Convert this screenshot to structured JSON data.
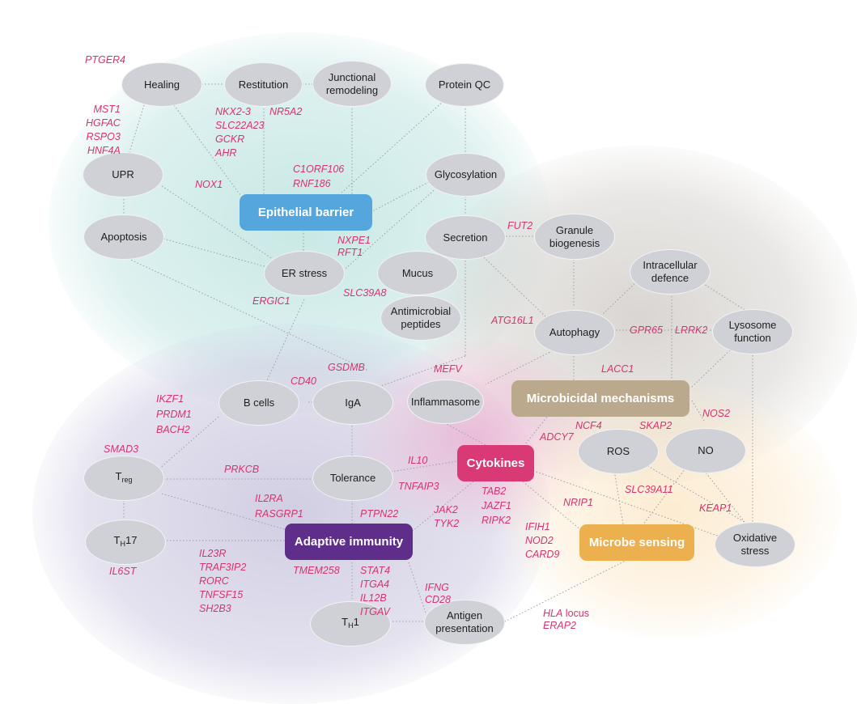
{
  "colors": {
    "node_fill": "#cfd1d6",
    "gene_text": "#d7336f",
    "epithelial_barrier": "#55a6dc",
    "microbicidal_mechanisms": "#bba98e",
    "cytokines": "#d93a75",
    "adaptive_immunity": "#5e2e8a",
    "microbe_sensing": "#ecb04f"
  },
  "hubs": {
    "epithelial_barrier": "Epithelial barrier",
    "microbicidal_mechanisms": "Microbicidal mechanisms",
    "cytokines": "Cytokines",
    "adaptive_immunity": "Adaptive immunity",
    "microbe_sensing": "Microbe sensing"
  },
  "nodes": {
    "healing": "Healing",
    "restitution": "Restitution",
    "junctional_1": "Junctional",
    "junctional_2": "remodeling",
    "protein_qc": "Protein QC",
    "upr": "UPR",
    "glycosylation": "Glycosylation",
    "apoptosis": "Apoptosis",
    "secretion": "Secretion",
    "granule_1": "Granule",
    "granule_2": "biogenesis",
    "er_stress": "ER stress",
    "mucus": "Mucus",
    "intracellular_1": "Intracellular",
    "intracellular_2": "defence",
    "amp_1": "Antimicrobial",
    "amp_2": "peptides",
    "autophagy": "Autophagy",
    "lysosome_1": "Lysosome",
    "lysosome_2": "function",
    "b_cells": "B cells",
    "iga": "IgA",
    "inflammasome": "Inflammasome",
    "ros": "ROS",
    "no": "NO",
    "treg_main": "T",
    "treg_sub": "reg",
    "tolerance": "Tolerance",
    "th17_main": "T",
    "th17_sub": "H",
    "th17_suffix": "17",
    "oxidative_1": "Oxidative",
    "oxidative_2": "stress",
    "th1_main": "T",
    "th1_sub": "H",
    "th1_suffix": "1",
    "antigen_1": "Antigen",
    "antigen_2": "presentation"
  },
  "genes": {
    "ptger4": [
      "PTGER4"
    ],
    "healing_upr": [
      "MST1",
      "HGFAC",
      "RSPO3",
      "HNF4A"
    ],
    "restitution": [
      "NKX2-3",
      "SLC22A23",
      "GCKR",
      "AHR"
    ],
    "nr5a2": [
      "NR5A2"
    ],
    "nox1": [
      "NOX1"
    ],
    "c1orf": [
      "C1ORF106",
      "RNF186"
    ],
    "nxpe1": [
      "NXPE1",
      "RFT1"
    ],
    "slc39a8": [
      "SLC39A8"
    ],
    "ergic1": [
      "ERGIC1"
    ],
    "fut2": [
      "FUT2"
    ],
    "atg16l1": [
      "ATG16L1"
    ],
    "gpr65": [
      "GPR65"
    ],
    "lrrk2": [
      "LRRK2"
    ],
    "lacc1": [
      "LACC1"
    ],
    "gsdmb": [
      "GSDMB"
    ],
    "cd40": [
      "CD40"
    ],
    "mefv": [
      "MEFV"
    ],
    "ikzf1": [
      "IKZF1",
      "PRDM1",
      "BACH2"
    ],
    "smad3": [
      "SMAD3"
    ],
    "prkcb": [
      "PRKCB"
    ],
    "il10": [
      "IL10"
    ],
    "tnfaip3": [
      "TNFAIP3"
    ],
    "ncf4": [
      "NCF4"
    ],
    "skap2": [
      "SKAP2"
    ],
    "nos2": [
      "NOS2"
    ],
    "adcy7": [
      "ADCY7"
    ],
    "il2ra": [
      "IL2RA",
      "RASGRP1"
    ],
    "ptpn22": [
      "PTPN22"
    ],
    "jak2": [
      "JAK2",
      "TYK2"
    ],
    "tab2": [
      "TAB2",
      "JAZF1",
      "RIPK2"
    ],
    "slc39a11": [
      "SLC39A11"
    ],
    "nrip1": [
      "NRIP1"
    ],
    "keap1": [
      "KEAP1"
    ],
    "ifih1": [
      "IFIH1",
      "NOD2",
      "CARD9"
    ],
    "il6st": [
      "IL6ST"
    ],
    "il23r": [
      "IL23R",
      "TRAF3IP2",
      "RORC",
      "TNFSF15",
      "SH2B3"
    ],
    "tmem258": [
      "TMEM258"
    ],
    "stat4": [
      "STAT4",
      "ITGA4",
      "IL12B",
      "ITGAV"
    ],
    "ifng": [
      "IFNG",
      "CD28"
    ],
    "hla": [
      "HLA locus",
      "ERAP2"
    ]
  }
}
